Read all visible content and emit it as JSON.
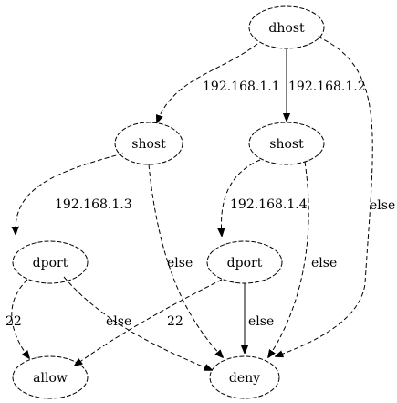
{
  "graph": {
    "nodes": {
      "dhost": "dhost",
      "shost_left": "shost",
      "shost_right": "shost",
      "dport_left": "dport",
      "dport_right": "dport",
      "allow": "allow",
      "deny": "deny"
    },
    "edges": {
      "dhost_to_shost_left": "192.168.1.1",
      "dhost_to_shost_right": "192.168.1.2",
      "dhost_to_deny": "else",
      "shost_left_to_dport_left": "192.168.1.3",
      "shost_left_to_deny": "else",
      "shost_right_to_dport_right": "192.168.1.4",
      "shost_right_to_deny": "else",
      "dport_left_to_allow": "22",
      "dport_left_to_deny": "else",
      "dport_right_to_allow": "22",
      "dport_right_to_deny": "else"
    }
  }
}
